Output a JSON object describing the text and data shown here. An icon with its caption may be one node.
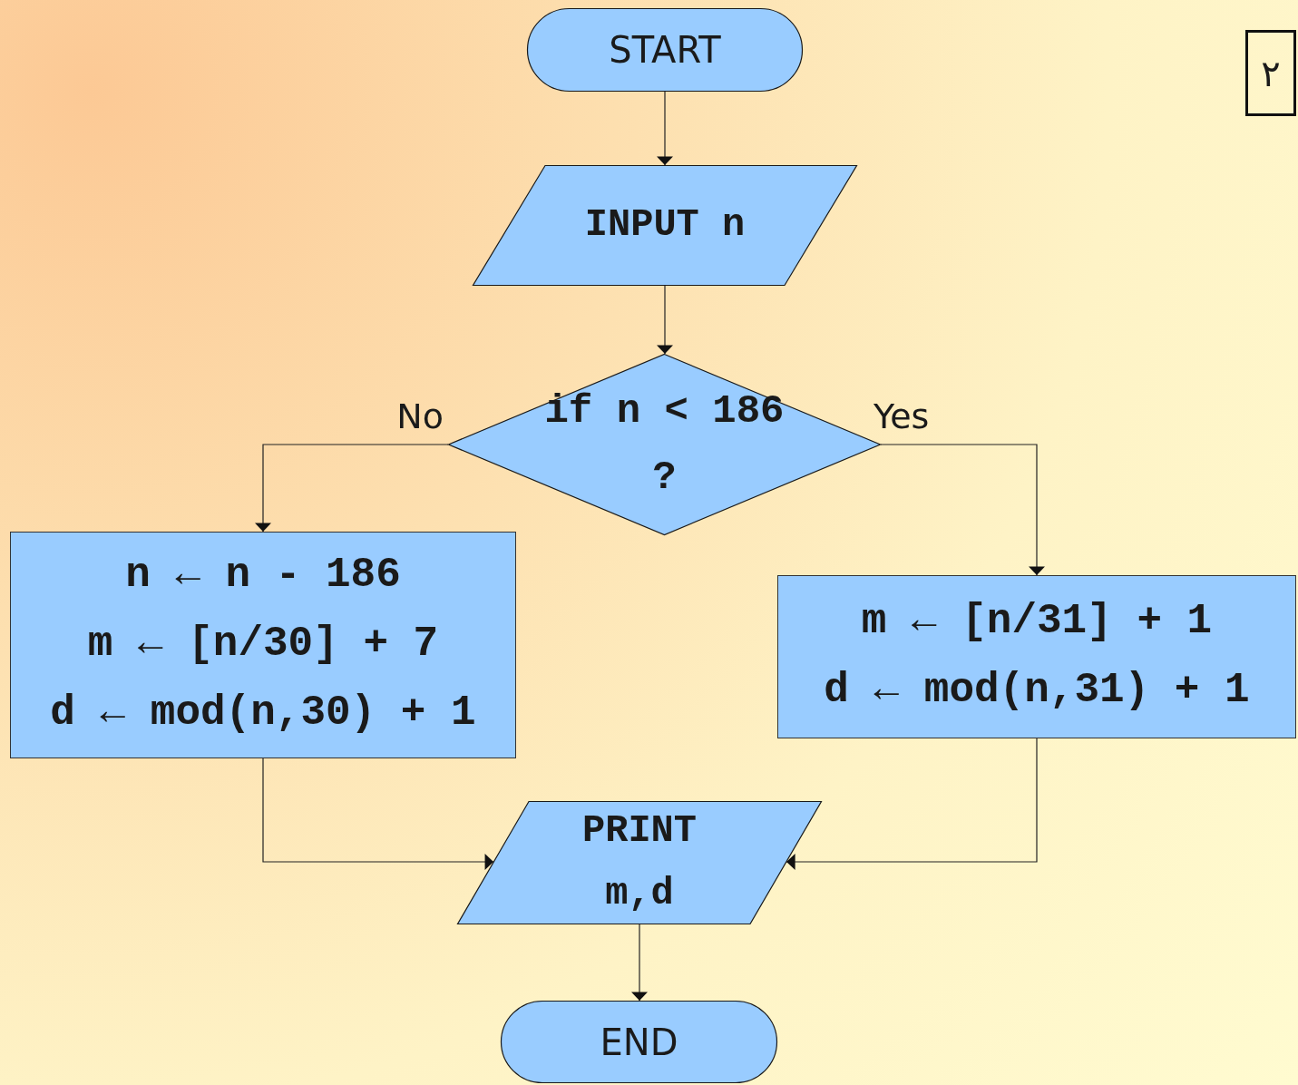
{
  "diagram": {
    "nodes": [
      {
        "text": [
          "START"
        ]
      },
      {
        "text": [
          "INPUT n"
        ]
      },
      {
        "text": [
          "if n < 186 ?"
        ]
      },
      {
        "text": [
          "n ← n - 186",
          "m ← [n/30] + 7",
          "d ← mod(n,30) + 1"
        ]
      },
      {
        "text": [
          "m ← [n/31] + 1",
          "d ← mod(n,31) + 1"
        ]
      },
      {
        "text": [
          "PRINT m,d"
        ]
      },
      {
        "text": [
          "END"
        ]
      },
      {
        "text": [
          "۲"
        ]
      }
    ],
    "edges": [
      {
        "from": 0,
        "to": 1,
        "arrow": "to"
      },
      {
        "from": 1,
        "to": 2,
        "arrow": "to"
      },
      {
        "from": 2,
        "to": 3,
        "arrow": "to",
        "label": "No"
      },
      {
        "from": 2,
        "to": 4,
        "arrow": "to",
        "label": "Yes"
      },
      {
        "from": 3,
        "to": 5,
        "arrow": "to"
      },
      {
        "from": 4,
        "to": 5,
        "arrow": "to"
      },
      {
        "from": 5,
        "to": 6,
        "arrow": "to"
      }
    ]
  }
}
